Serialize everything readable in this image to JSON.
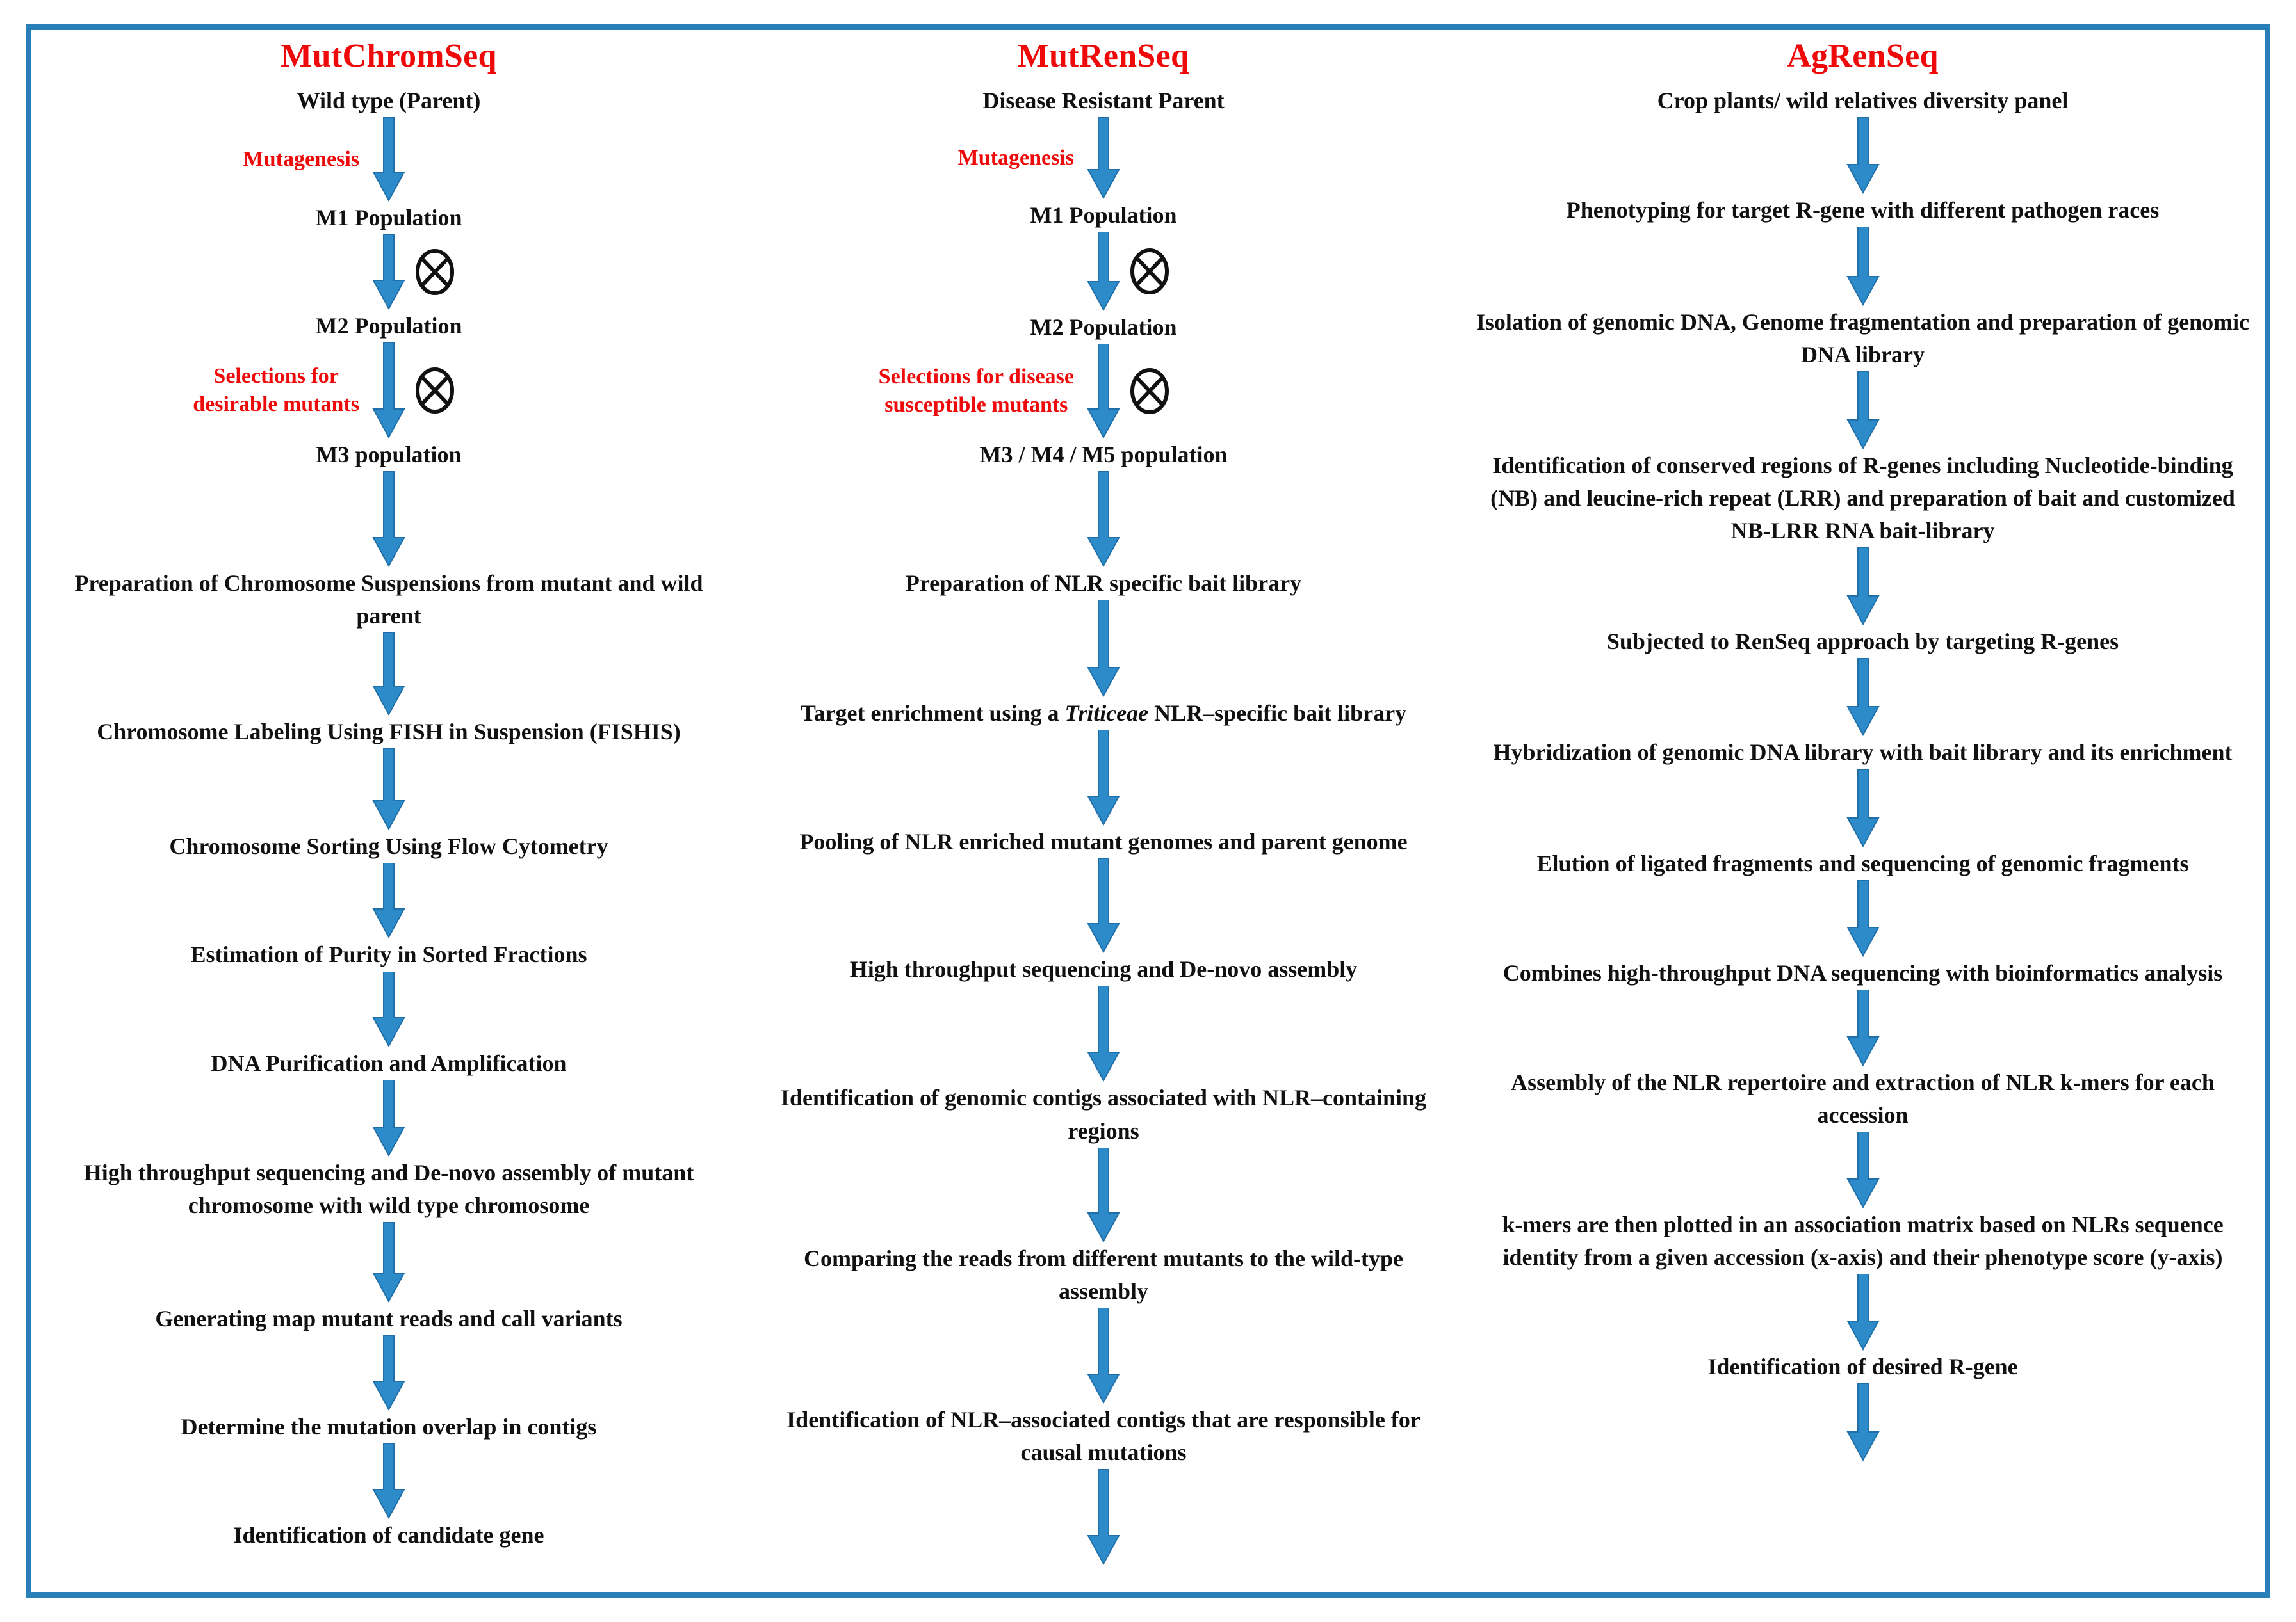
{
  "figure": {
    "type": "flowchart",
    "border_color": "#2980b9",
    "title_color": "#ee0a0a",
    "arrow_color": "#2e8bc9",
    "text_color": "#111111",
    "columns": 3
  },
  "columns": [
    {
      "key": "mutchromseq",
      "title": "MutChromSeq",
      "steps": [
        {
          "label": "Wild type (Parent)"
        },
        {
          "label": "M1 Population"
        },
        {
          "label": "M2 Population"
        },
        {
          "label": "M3 population"
        },
        {
          "label": "Preparation of Chromosome Suspensions from mutant and wild parent"
        },
        {
          "label": "Chromosome Labeling Using FISH in Suspension (FISHIS)"
        },
        {
          "label": "Chromosome Sorting Using Flow Cytometry"
        },
        {
          "label": "Estimation of Purity in Sorted Fractions"
        },
        {
          "label": "DNA Purification and Amplification"
        },
        {
          "label": "High throughput sequencing and De-novo assembly of mutant chromosome with wild type chromosome"
        },
        {
          "label": "Generating map mutant reads and call variants"
        },
        {
          "label": "Determine the mutation overlap in contigs"
        },
        {
          "label": "Identification of candidate gene"
        }
      ],
      "connectors": [
        {
          "side_label": "Mutagenesis",
          "cross": false,
          "height": 132
        },
        {
          "side_label": "",
          "cross": true,
          "height": 118
        },
        {
          "side_label": "Selections for\ndesirable mutants",
          "cross": true,
          "height": 150
        },
        {
          "side_label": "",
          "cross": false,
          "height": 150
        },
        {
          "side_label": "",
          "cross": false,
          "height": 130
        },
        {
          "side_label": "",
          "cross": false,
          "height": 128
        },
        {
          "side_label": "",
          "cross": false,
          "height": 118
        },
        {
          "side_label": "",
          "cross": false,
          "height": 118
        },
        {
          "side_label": "",
          "cross": false,
          "height": 120
        },
        {
          "side_label": "",
          "cross": false,
          "height": 126
        },
        {
          "side_label": "",
          "cross": false,
          "height": 118
        },
        {
          "side_label": "",
          "cross": false,
          "height": 118
        }
      ]
    },
    {
      "key": "mutrenseq",
      "title": "MutRenSeq",
      "steps": [
        {
          "label": "Disease Resistant Parent"
        },
        {
          "label": "M1 Population"
        },
        {
          "label": "M2 Population"
        },
        {
          "label": "M3 / M4 / M5 population"
        },
        {
          "label": "Preparation of NLR specific bait library"
        },
        {
          "label": "Target enrichment using a Triticeae NLR–specific bait library",
          "italic_word": "Triticeae"
        },
        {
          "label": "Pooling of NLR enriched mutant genomes and parent genome"
        },
        {
          "label": "High throughput sequencing and De-novo assembly"
        },
        {
          "label": "Identification of  genomic contigs associated with NLR–containing regions"
        },
        {
          "label": "Comparing the reads from different mutants to the wild-type assembly"
        },
        {
          "label": "Identification of NLR–associated contigs that are responsible for causal mutations"
        }
      ],
      "connectors": [
        {
          "side_label": "Mutagenesis",
          "cross": false,
          "height": 128
        },
        {
          "side_label": "",
          "cross": true,
          "height": 124
        },
        {
          "side_label": "Selections for disease\nsusceptible mutants",
          "cross": true,
          "height": 148
        },
        {
          "side_label": "",
          "cross": false,
          "height": 150
        },
        {
          "side_label": "",
          "cross": false,
          "height": 152
        },
        {
          "side_label": "",
          "cross": false,
          "height": 150
        },
        {
          "side_label": "",
          "cross": false,
          "height": 148
        },
        {
          "side_label": "",
          "cross": false,
          "height": 150
        },
        {
          "side_label": "",
          "cross": false,
          "height": 148
        },
        {
          "side_label": "",
          "cross": false,
          "height": 150
        },
        {
          "side_label": "",
          "cross": false,
          "height": 150
        }
      ]
    },
    {
      "key": "agrenseq",
      "title": "AgRenSeq",
      "steps": [
        {
          "label": "Crop plants/ wild relatives diversity panel"
        },
        {
          "label": "Phenotyping for target R-gene with different pathogen races"
        },
        {
          "label": "Isolation of genomic DNA, Genome fragmentation and preparation of genomic DNA library"
        },
        {
          "label": "Identification of conserved regions of R-genes including Nucleotide-binding (NB) and leucine-rich repeat (LRR) and preparation of bait and customized NB-LRR RNA bait-library"
        },
        {
          "label": "Subjected to RenSeq approach by targeting R-genes"
        },
        {
          "label": "Hybridization of genomic DNA library with bait library and its enrichment"
        },
        {
          "label": "Elution of  ligated fragments and sequencing of genomic fragments"
        },
        {
          "label": "Combines high-throughput DNA sequencing with bioinformatics analysis"
        },
        {
          "label": "Assembly of the NLR repertoire and extraction of NLR k-mers for each accession"
        },
        {
          "label": "k-mers are then plotted in an association matrix based on NLRs sequence identity from a given accession (x-axis) and their phenotype score (y-axis)"
        },
        {
          "label": "Identification of desired R-gene"
        }
      ],
      "connectors": [
        {
          "side_label": "",
          "cross": false,
          "height": 120
        },
        {
          "side_label": "",
          "cross": false,
          "height": 124
        },
        {
          "side_label": "",
          "cross": false,
          "height": 122
        },
        {
          "side_label": "",
          "cross": false,
          "height": 122
        },
        {
          "side_label": "",
          "cross": false,
          "height": 122
        },
        {
          "side_label": "",
          "cross": false,
          "height": 122
        },
        {
          "side_label": "",
          "cross": false,
          "height": 120
        },
        {
          "side_label": "",
          "cross": false,
          "height": 120
        },
        {
          "side_label": "",
          "cross": false,
          "height": 120
        },
        {
          "side_label": "",
          "cross": false,
          "height": 120
        },
        {
          "side_label": "",
          "cross": false,
          "height": 122
        }
      ]
    }
  ],
  "icons": {
    "arrow": "down-block-arrow-icon",
    "cross": "selfing-cross-icon"
  }
}
